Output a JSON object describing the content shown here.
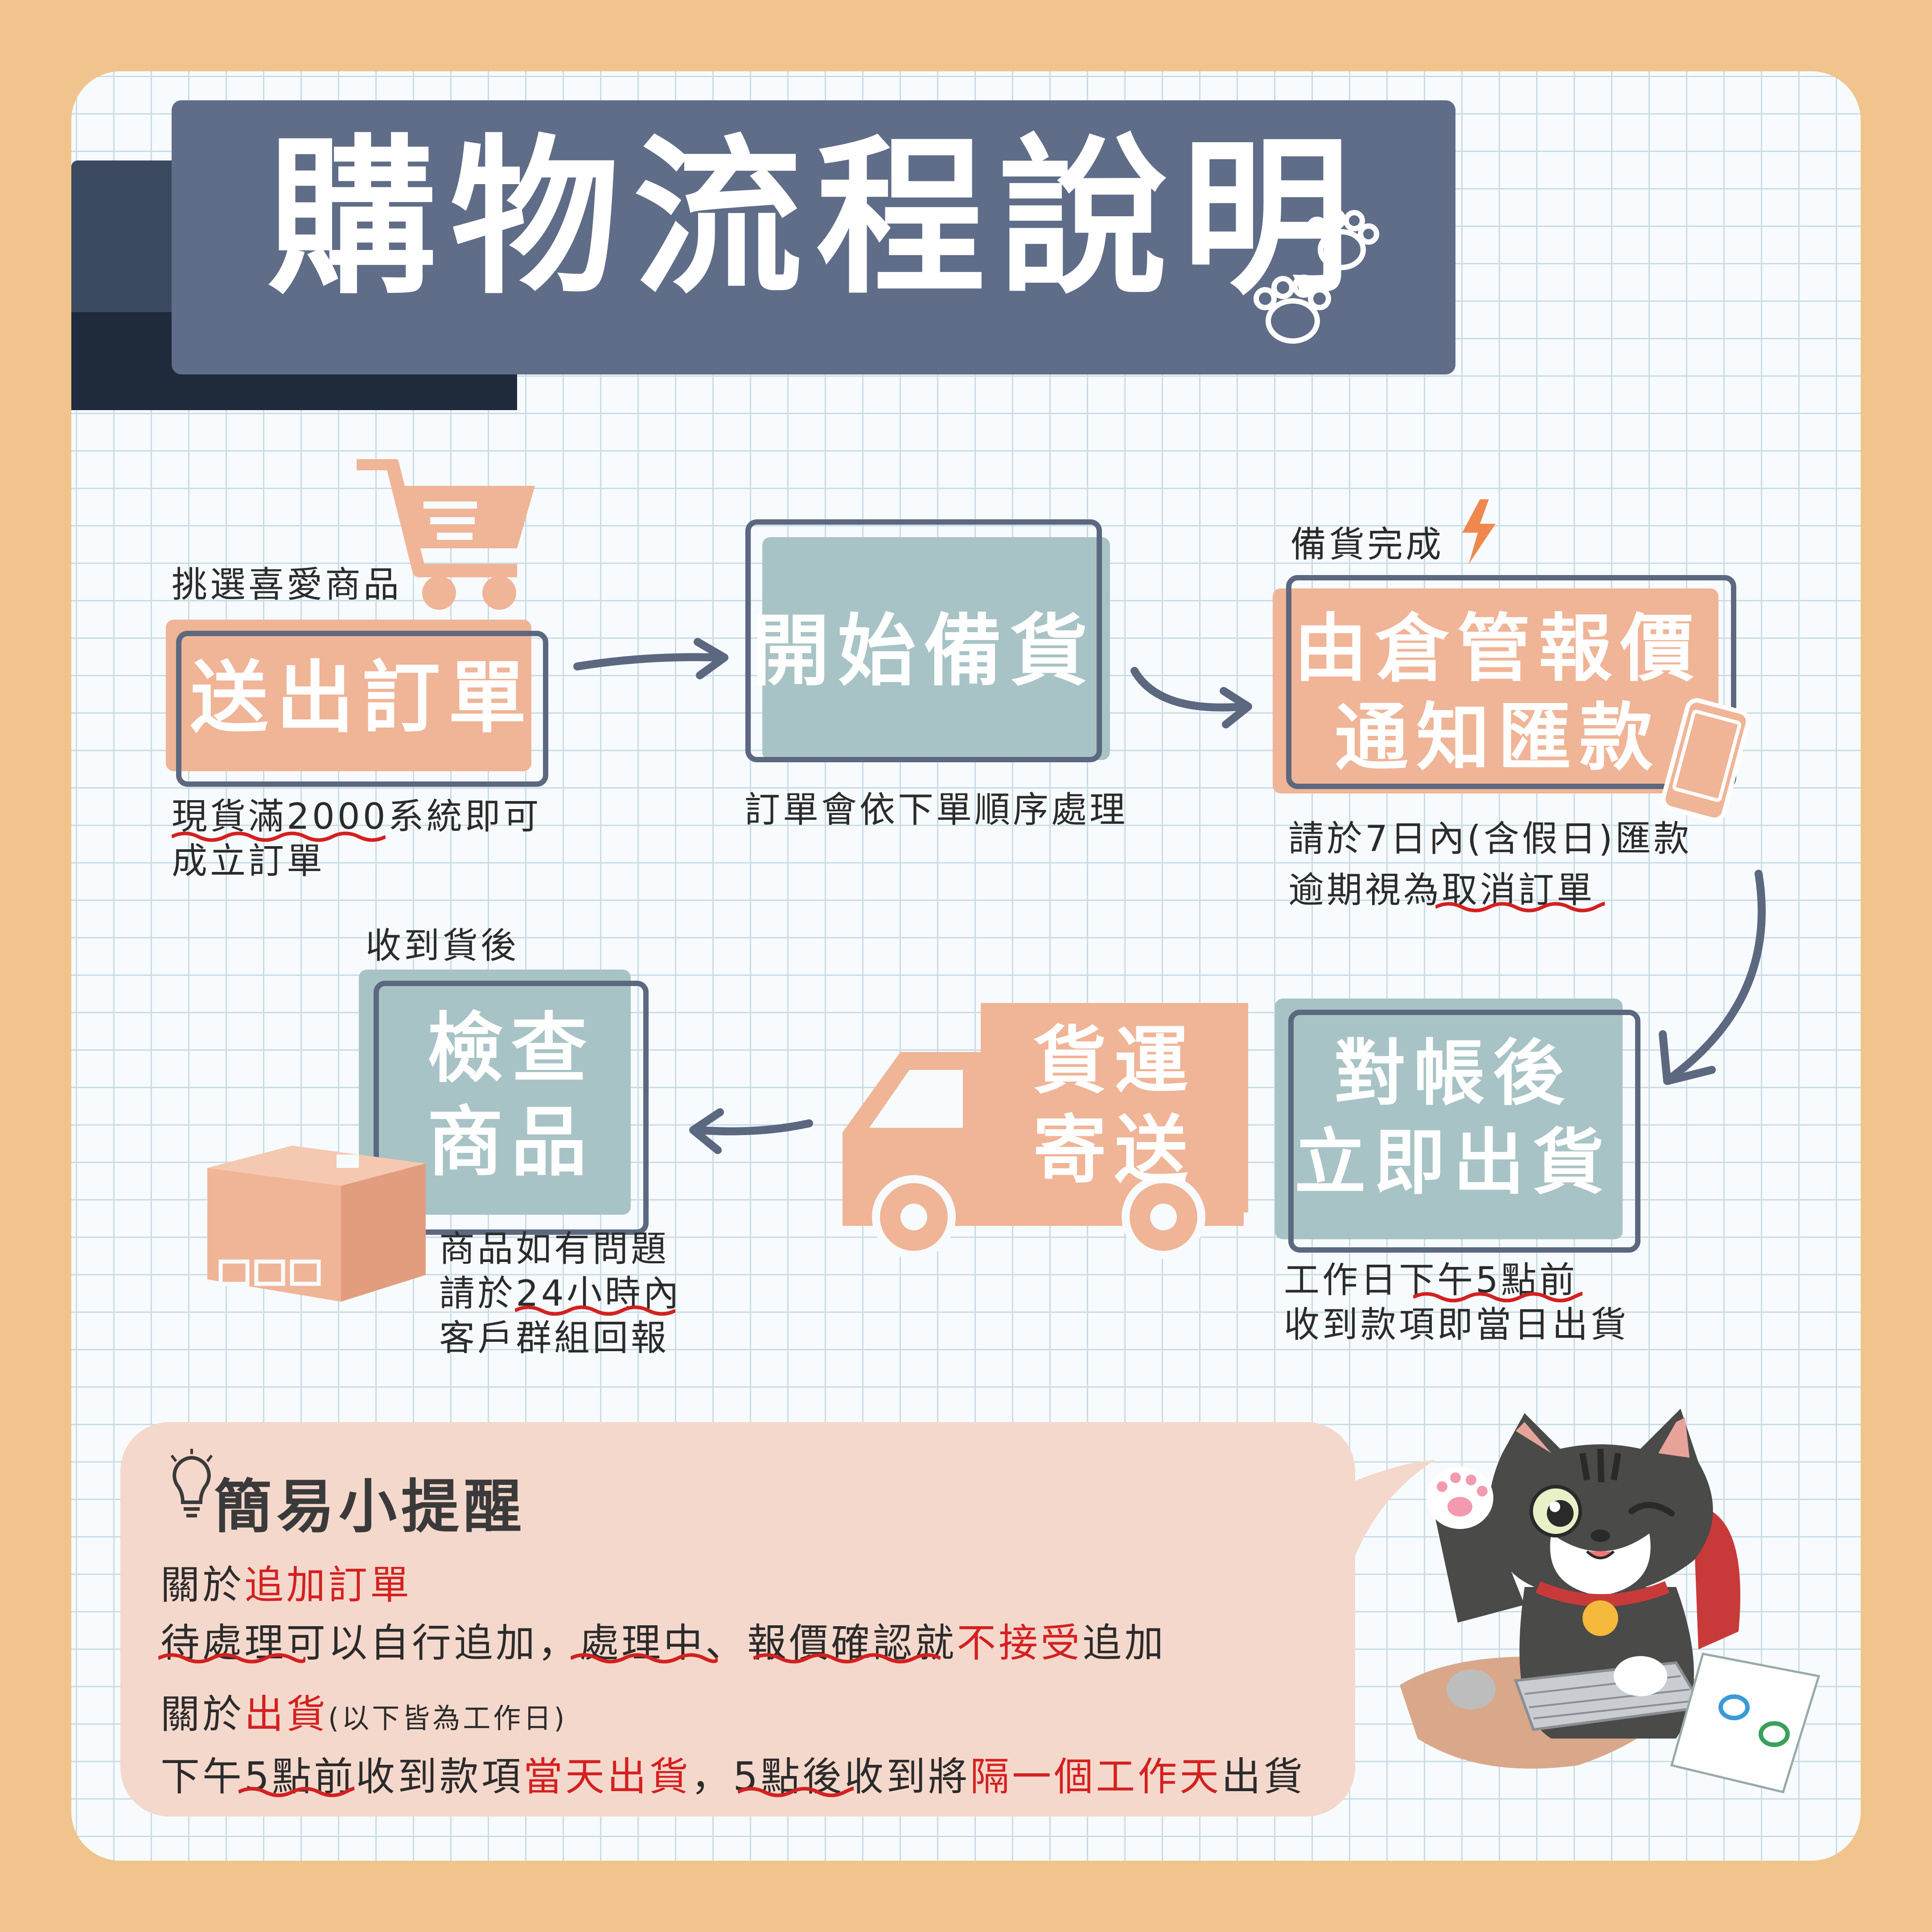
{
  "title": "購物流程說明",
  "steps": {
    "send": {
      "pre": "挑選喜愛商品",
      "box": "送出訂單",
      "note1": "現貨滿2000系統即可",
      "note2": "成立訂單"
    },
    "prepare": {
      "box": "開始備貨",
      "note": "訂單會依下單順序處理"
    },
    "quote": {
      "pre": "備貨完成",
      "box1": "由倉管報價",
      "box2": "通知匯款",
      "note1": "請於7日內(含假日)匯款",
      "note2a": "逾期視為",
      "note2b": "取消訂單"
    },
    "ship": {
      "box1": "對帳後",
      "box2": "立即出貨",
      "note1a": "工作日",
      "note1b": "下午5點前",
      "note2": "收到款項即當日出貨"
    },
    "delivery": {
      "box1": "貨運",
      "box2": "寄送"
    },
    "check": {
      "pre": "收到貨後",
      "box1": "檢查",
      "box2": "商品",
      "note1": "商品如有問題",
      "note2a": "請於",
      "note2b": "24小時內",
      "note3": "客戶群組回報"
    }
  },
  "tip": {
    "title": "簡易小提醒",
    "l1a": "關於",
    "l1b": "追加訂單",
    "l2a": "待處理",
    "l2b": "可以自行追加，",
    "l2c": "處理中",
    "l2d": "、",
    "l2e": "報價確認",
    "l2f": "就",
    "l2g": "不接受",
    "l2h": "追加",
    "l3a": "關於",
    "l3b": "出貨",
    "l3c": "(以下皆為工作日)",
    "l4a": "下午",
    "l4b": "5點前",
    "l4c": "收到款項",
    "l4d": "當天出貨",
    "l4e": "，",
    "l4f": "5點後",
    "l4g": "收到將",
    "l4h": "隔一個工作天",
    "l4i": "出貨"
  },
  "colors": {
    "salmon": "#f0b497",
    "teal": "#a8c3c6",
    "navy": "#606d88",
    "frame": "#5c6880",
    "highlight": "#d42020",
    "background": "#f1c48d"
  }
}
